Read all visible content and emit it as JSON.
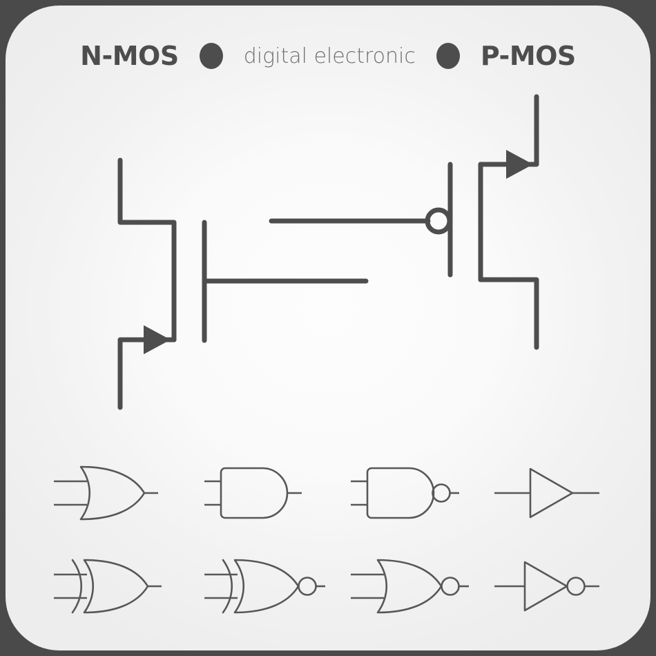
{
  "page": {
    "background_color": "#4a4a4a",
    "card_color": "#f5f5f5",
    "stroke_color": "#4d4d4d",
    "gate_stroke_color": "#575757"
  },
  "header": {
    "left_label": "N-MOS",
    "subtitle": "digital electronic",
    "right_label": "P-MOS",
    "dot_left": "bullet-dot",
    "dot_right": "bullet-dot"
  },
  "transistors": [
    {
      "id": "nmos",
      "name": "N-MOS",
      "gate_bubble": false,
      "arrow_direction": "right",
      "arrow_terminal": "source-bottom",
      "terminals": [
        "drain-top-left",
        "source-bottom-left",
        "gate-right"
      ]
    },
    {
      "id": "pmos",
      "name": "P-MOS",
      "gate_bubble": true,
      "arrow_direction": "right",
      "arrow_terminal": "source-top",
      "terminals": [
        "source-top-right",
        "drain-bottom-right",
        "gate-left"
      ]
    }
  ],
  "gates": {
    "row1": [
      {
        "id": "or",
        "name": "OR",
        "shape": "or",
        "inputs": 2,
        "bubble": false
      },
      {
        "id": "and",
        "name": "AND",
        "shape": "and",
        "inputs": 2,
        "bubble": false
      },
      {
        "id": "nand",
        "name": "NAND",
        "shape": "and",
        "inputs": 2,
        "bubble": true
      },
      {
        "id": "buffer",
        "name": "BUFFER",
        "shape": "buffer",
        "inputs": 1,
        "bubble": false
      }
    ],
    "row2": [
      {
        "id": "xor",
        "name": "XOR",
        "shape": "xor",
        "inputs": 2,
        "bubble": false
      },
      {
        "id": "xnor",
        "name": "XNOR",
        "shape": "xor",
        "inputs": 2,
        "bubble": true
      },
      {
        "id": "nor",
        "name": "NOR",
        "shape": "or",
        "inputs": 2,
        "bubble": true
      },
      {
        "id": "not",
        "name": "NOT",
        "shape": "buffer",
        "inputs": 1,
        "bubble": true
      }
    ]
  }
}
